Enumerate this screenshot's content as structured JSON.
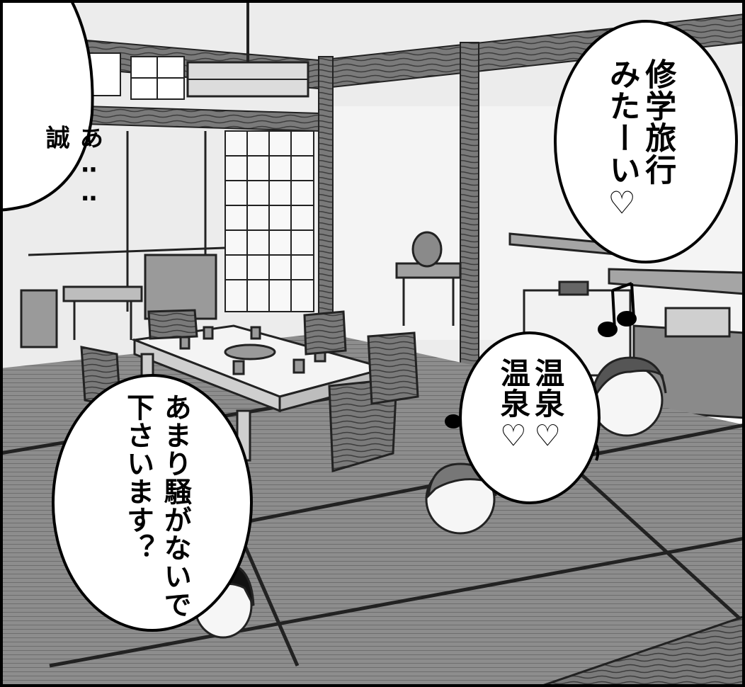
{
  "speech": {
    "left_partial_line1": "あ‥‥",
    "left_partial_line2": "誠",
    "school_trip": "修学旅行\nみたーい♡",
    "onsen": "温泉♡\n温泉♡",
    "noisy": "あまり騒がないで\n下さいます？"
  },
  "colors": {
    "ink": "#000000",
    "paper": "#ffffff",
    "tatami": "#8a8a8a",
    "wood": "#5a5a5a"
  }
}
